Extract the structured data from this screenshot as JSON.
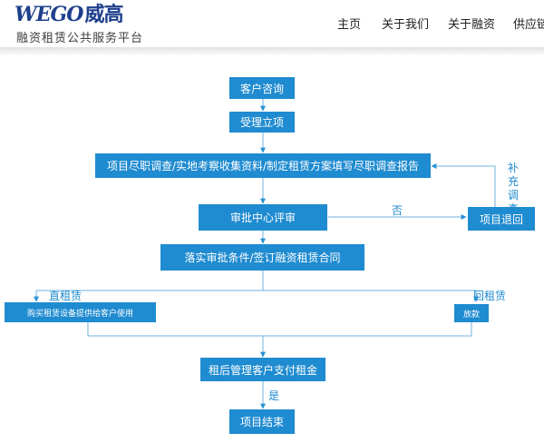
{
  "header": {
    "logo_latin": "WEGO",
    "logo_cn": "威高",
    "tagline": "融资租赁公共服务平台",
    "nav": [
      "主页",
      "关于我们",
      "关于融资",
      "供应链"
    ]
  },
  "flow": {
    "consult": "客户咨询",
    "accept": "受理立项",
    "due_diligence": "项目尽职调查/实地考察收集资料/制定租赁方案填写尽职调查报告",
    "review": "审批中心评审",
    "no_label": "否",
    "return": "项目退回",
    "supplement": [
      "补",
      "充",
      "调",
      "查"
    ],
    "implement": "落实审批条件/签订融资租赁合同",
    "direct_lease": "直租赁",
    "direct_action": "购买租赁设备提供给客户使用",
    "leaseback": "回租赁",
    "leaseback_action": "放款",
    "post_lease": "租后管理客户支付租金",
    "yes_label": "是",
    "end": "项目结束"
  },
  "colors": {
    "accent": "#1f8bd0",
    "brand": "#1d3f8c"
  }
}
